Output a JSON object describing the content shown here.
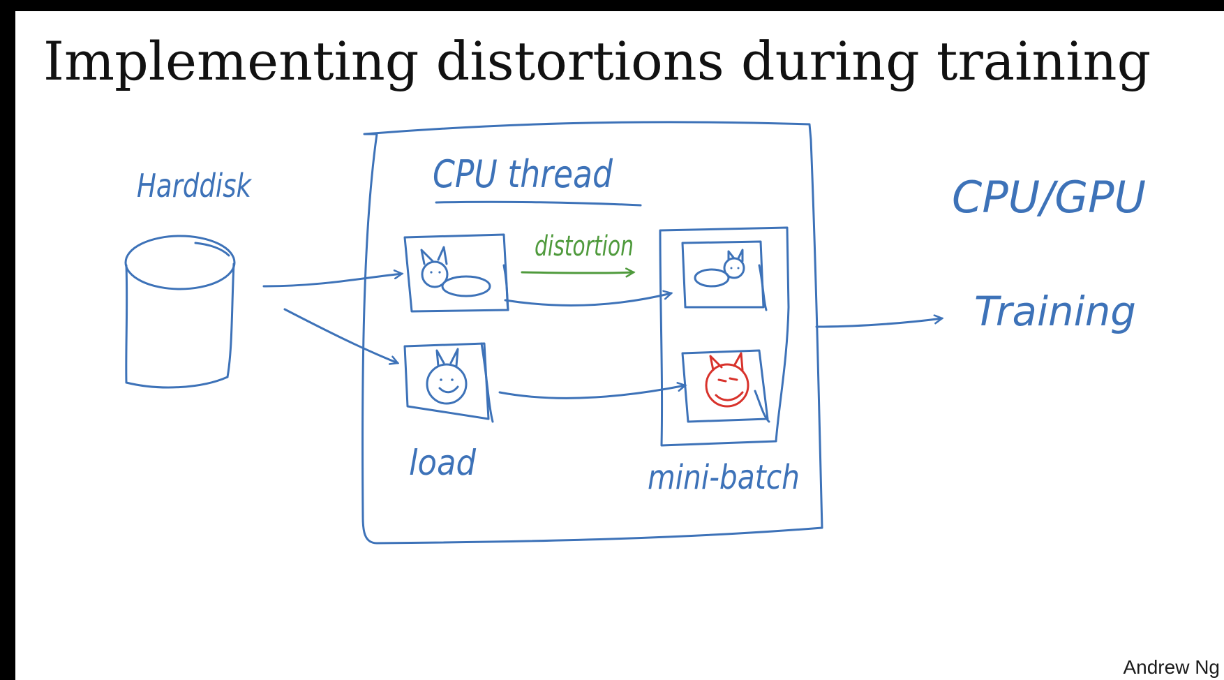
{
  "slide": {
    "title": "Implementing distortions during training",
    "author": "Andrew Ng"
  },
  "diagram": {
    "harddisk_label": "Harddisk",
    "cpu_thread_label": "CPU thread",
    "distortion_label": "distortion",
    "load_label": "load",
    "minibatch_label": "mini-batch",
    "cpu_gpu_label": "CPU/GPU",
    "training_label": "Training"
  },
  "colors": {
    "ink_blue": "#3d72b8",
    "ink_green": "#4f9a3c",
    "ink_red": "#d8322b",
    "title_text": "#111111",
    "frame": "#000000"
  }
}
